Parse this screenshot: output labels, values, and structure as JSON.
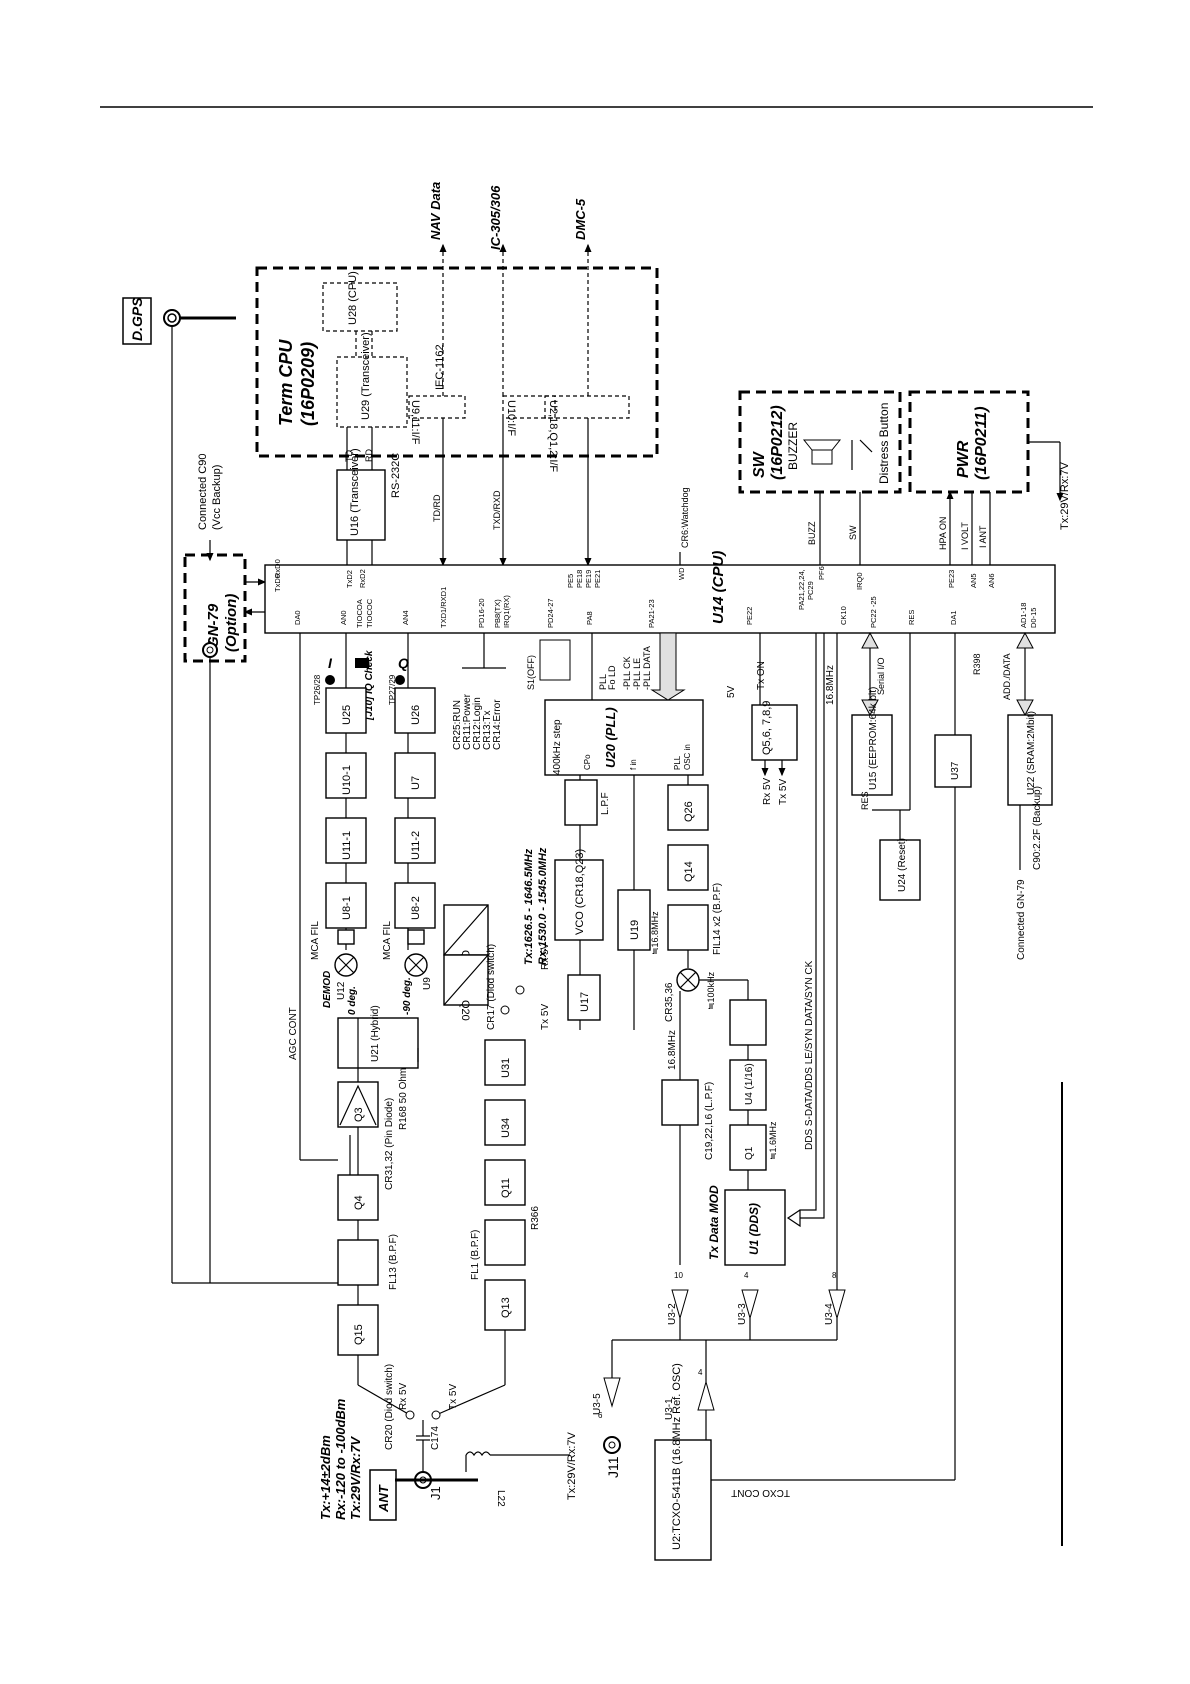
{
  "labels": {
    "dgps": "D.GPS",
    "ant": "ANT",
    "j1": "J1",
    "j11": "J11",
    "tx_power": "Tx:+14±2dBm",
    "rx_level": "Rx:-120 to -100dBm",
    "tx_rx_volt": "Tx:29V/Rx:7V",
    "tx_rx_volt2": "Tx:29V/Rx:7V",
    "tx_rx_volt3": "Tx:29V/Rx:7V",
    "term_cpu": "Term CPU",
    "term_cpu_pn": "(16P0209)",
    "gn79": "GN-79",
    "gn79_opt": "(Option)",
    "sw_title": "SW",
    "sw_pn": "(16P0212)",
    "buzzer": "BUZZER",
    "distress": "Distress Button",
    "pwr_title": "PWR",
    "pwr_pn": "(16P0211)",
    "nav_data": "NAV Data",
    "ic305": "IC-305/306",
    "dmc5": "DMC-5",
    "iec": "IEC-1162",
    "rs232c": "RS-232C",
    "connected_c90": "Connected C90",
    "vcc_backup": "(Vcc Backup)",
    "connected_gn79": "Connected GN-79",
    "agc_cont": "AGC CONT",
    "tcxo_cont": "TCXO CONT",
    "dds_bus": "DDS S-DATA/DDS LE/SYN DATA/SYN CK",
    "demod": "DEMOD",
    "tx_data_mod": "Tx Data MOD",
    "freq_range_tx": "Tx:1626.5 - 1646.5MHz",
    "freq_range_rx": "Rx:1530.0 - 1545.0MHz",
    "step": "400kHz step",
    "tx_on": "Tx ON",
    "rx5v": "Rx 5V",
    "tx5v": "Tx 5V",
    "v5": "5V",
    "serial_io": "Serial I/O",
    "add_data": "ADD./DATA",
    "cr6": "CR6:Watchdog",
    "buzz": "BUZZ",
    "sw": "SW",
    "hpa_on": "HPA ON",
    "ivolt": "I VOLT",
    "iant": "I ANT",
    "f168": "16.8MHz",
    "f168b": "16.8MHz",
    "f168c": "≒16.8MHz",
    "f16": "≒1.6MHz",
    "f100k": "≒100kHz",
    "i_label": "I",
    "q_label": "Q",
    "iq_check": "[J10] IQ Check",
    "s1off": "S1(OFF)",
    "deg0": "0 deg.",
    "deg90": "-90 deg."
  },
  "blocks": {
    "u28": "U28 (CPU)",
    "u29": "U29 (Transceiver)",
    "u9if": "U9,11:I/F",
    "u10if": "U10:I/F",
    "u2if": "U2,18,Q1,2:I/F",
    "u16": "U16 (Transceiver)",
    "u14": "U14 (CPU)",
    "u20": "U20 (PLL)",
    "u15": "U15 (EEPROM:64k bit)",
    "u22": "U22 (SRAM:2Mbit)",
    "u24": "U24 (Reset)",
    "u37": "U37",
    "q5": "Q5,6, 7,8,9",
    "vco": "VCO (CR18,Q23)",
    "lpf": "L.P.F",
    "u19": "U19",
    "u17": "U17",
    "q26": "Q26",
    "q14": "Q14",
    "fil14": "FIL14 x2 (B.P.F)",
    "u25": "U25",
    "u10_1": "U10-1",
    "u11_1": "U11-1",
    "u8_1": "U8-1",
    "u26": "U26",
    "u7": "U7",
    "u11_2": "U11-2",
    "u8_2": "U8-2",
    "q22": "Q22",
    "q20": "Q20",
    "u21": "U21 (Hybrid)",
    "q3": "Q3",
    "q4": "Q4",
    "fl13": "FL13 (B.P.F)",
    "q15": "Q15",
    "u31": "U31",
    "u34": "U34",
    "q11": "Q11",
    "fl1": "FL1 (B.P.F)",
    "q13": "Q13",
    "u1": "U1 (DDS)",
    "q1": "Q1",
    "u4": "U4 (1/16)",
    "c19": "C19,22,L6 (L.P.F)",
    "u2": "U2:TCXO-5411B (16.8MHz Ref. OSC)",
    "u3_1": "U3-1",
    "u3_2": "U3-2",
    "u3_3": "U3-3",
    "u3_4": "U3-4",
    "u3_5": "U3-5",
    "cr20": "CR20 (Diod switch)",
    "cr17": "CR17 (Diod switch)",
    "c174": "C174",
    "l22": "L22",
    "cr31": "CR31,32 (Pin Diode)",
    "r168": "R168 50 Ohm",
    "r366": "R366",
    "r398": "R398",
    "c90": "C90:2.2F (Backup)",
    "mca1": "MCA FIL",
    "mca2": "MCA FIL",
    "u12": "U12",
    "u9": "U9",
    "cr35": "CR35,36"
  },
  "u14_pins": [
    "TxD0",
    "RxD0",
    "DA0",
    "AN0",
    "TxD2",
    "RxD2",
    "TIOCOA",
    "TIOCOC",
    "AN4",
    "TXD1/RXD1",
    "PD16-20",
    "PB8(TX)",
    "IRQ1(RX)",
    "PD24-27",
    "PE5",
    "PE18",
    "PE19",
    "PE21",
    "PA8",
    "PA21-23",
    "WD",
    "PE22",
    "PA21,22,24,",
    "PC29",
    "PF6",
    "CK10",
    "PC22 -25",
    "IRQ0",
    "RES",
    "DA1",
    "PE23",
    "AN5",
    "AN6",
    "AD1-18",
    "D0-15"
  ],
  "leds": [
    "CR25:RUN",
    "CR11:Power",
    "CR12:Login",
    "CR13:Tx",
    "CR14:Error"
  ],
  "pll_pins": [
    "-PLL CK",
    "-PLL LE",
    "-PLL DATA",
    "PLL",
    "Fo LD",
    "CPo",
    "f in",
    "PLL",
    "OSC in"
  ],
  "misc": {
    "td": "TD",
    "rd": "RD",
    "tdrd": "TD/RD",
    "txdrxd": "TXD/RXD",
    "res": "RES",
    "n10": "10",
    "n4a": "4",
    "n4b": "4",
    "n6": "6",
    "n8": "8",
    "tp26": "TP26/28",
    "tp27": "TP27/29"
  }
}
